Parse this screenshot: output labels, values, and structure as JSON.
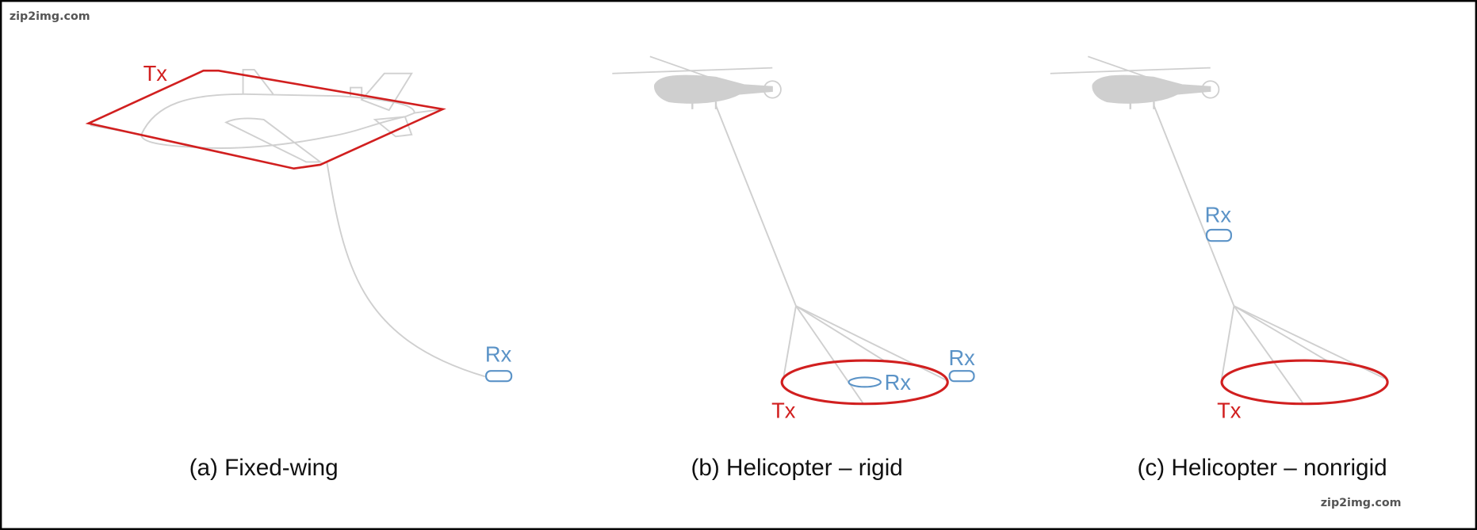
{
  "watermark": "zip2img.com",
  "colors": {
    "tx": "#d11f1f",
    "rx": "#5b93c7",
    "aircraft": "#c8c8c8"
  },
  "panels": [
    {
      "caption": "(a) Fixed-wing",
      "tx_label": "Tx",
      "rx_label": "Rx"
    },
    {
      "caption": "(b) Helicopter – rigid",
      "tx_label": "Tx",
      "rx_label_inner": "Rx",
      "rx_label_outer": "Rx"
    },
    {
      "caption": "(c) Helicopter – nonrigid",
      "tx_label": "Tx",
      "rx_label": "Rx"
    }
  ]
}
